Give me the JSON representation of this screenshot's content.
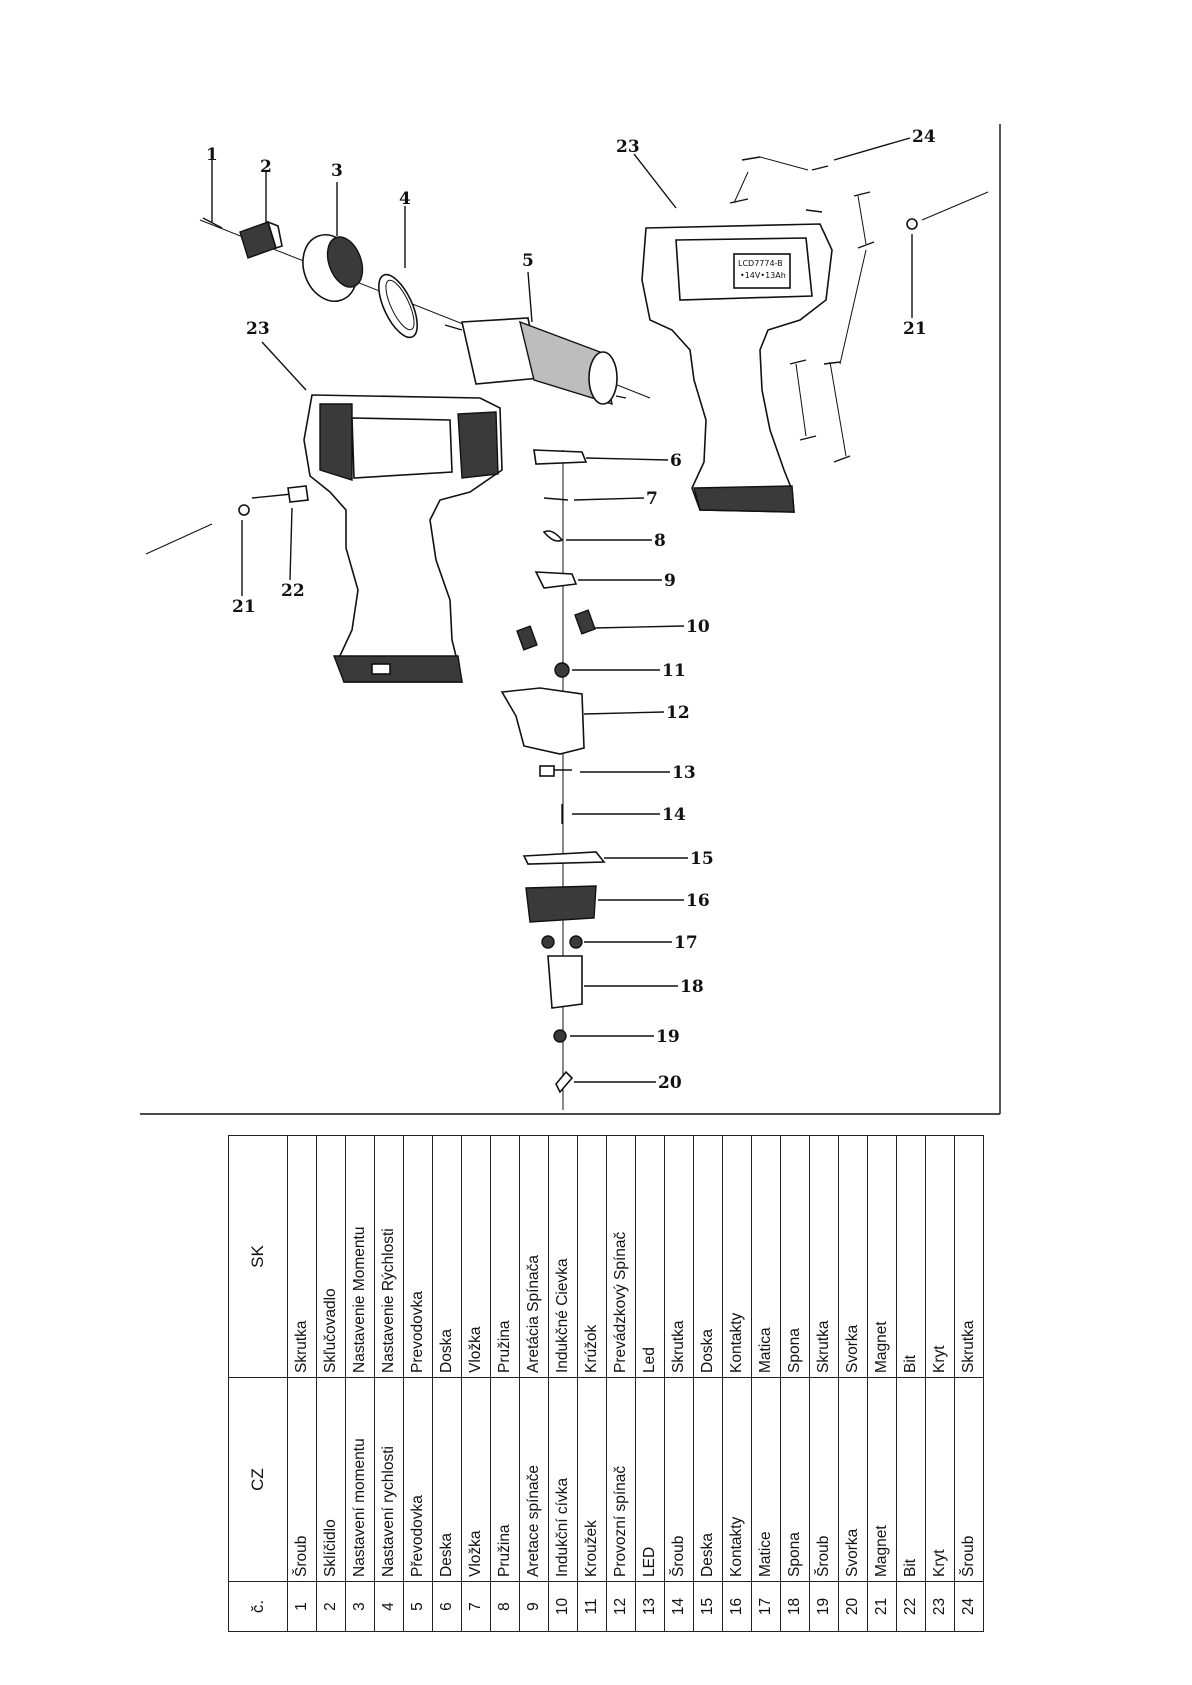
{
  "diagram": {
    "callouts": [
      "1",
      "2",
      "3",
      "4",
      "5",
      "6",
      "7",
      "8",
      "9",
      "10",
      "11",
      "12",
      "13",
      "14",
      "15",
      "16",
      "17",
      "18",
      "19",
      "20",
      "21",
      "21",
      "22",
      "23",
      "23",
      "24"
    ]
  },
  "table": {
    "headers": {
      "num": "č.",
      "cz": "CZ",
      "sk": "SK"
    },
    "rows": [
      {
        "num": "1",
        "cz": "Šroub",
        "sk": "Skrutka"
      },
      {
        "num": "2",
        "cz": "Sklíčidlo",
        "sk": "Skľučovadlo"
      },
      {
        "num": "3",
        "cz": "Nastavení momentu",
        "sk": "Nastavenie Momentu"
      },
      {
        "num": "4",
        "cz": "Nastavení rychlosti",
        "sk": "Nastavenie Rýchlosti"
      },
      {
        "num": "5",
        "cz": "Převodovka",
        "sk": "Prevodovka"
      },
      {
        "num": "6",
        "cz": "Deska",
        "sk": "Doska"
      },
      {
        "num": "7",
        "cz": "Vložka",
        "sk": "Vložka"
      },
      {
        "num": "8",
        "cz": "Pružina",
        "sk": "Pružina"
      },
      {
        "num": "9",
        "cz": "Aretace spínače",
        "sk": "Aretácia Spínača"
      },
      {
        "num": "10",
        "cz": "Indukční cívka",
        "sk": "Indukčné Cievka"
      },
      {
        "num": "11",
        "cz": "Kroužek",
        "sk": "Krúžok"
      },
      {
        "num": "12",
        "cz": "Provozní spínač",
        "sk": "Prevádzkový Spínač"
      },
      {
        "num": "13",
        "cz": "LED",
        "sk": "Led"
      },
      {
        "num": "14",
        "cz": "Šroub",
        "sk": "Skrutka"
      },
      {
        "num": "15",
        "cz": "Deska",
        "sk": "Doska"
      },
      {
        "num": "16",
        "cz": "Kontakty",
        "sk": "Kontakty"
      },
      {
        "num": "17",
        "cz": "Matice",
        "sk": "Matica"
      },
      {
        "num": "18",
        "cz": "Spona",
        "sk": "Spona"
      },
      {
        "num": "19",
        "cz": "Šroub",
        "sk": "Skrutka"
      },
      {
        "num": "20",
        "cz": "Svorka",
        "sk": "Svorka"
      },
      {
        "num": "21",
        "cz": "Magnet",
        "sk": "Magnet"
      },
      {
        "num": "22",
        "cz": "Bit",
        "sk": "Bit"
      },
      {
        "num": "23",
        "cz": "Kryt",
        "sk": "Kryt"
      },
      {
        "num": "24",
        "cz": "Šroub",
        "sk": "Skrutka"
      }
    ]
  }
}
